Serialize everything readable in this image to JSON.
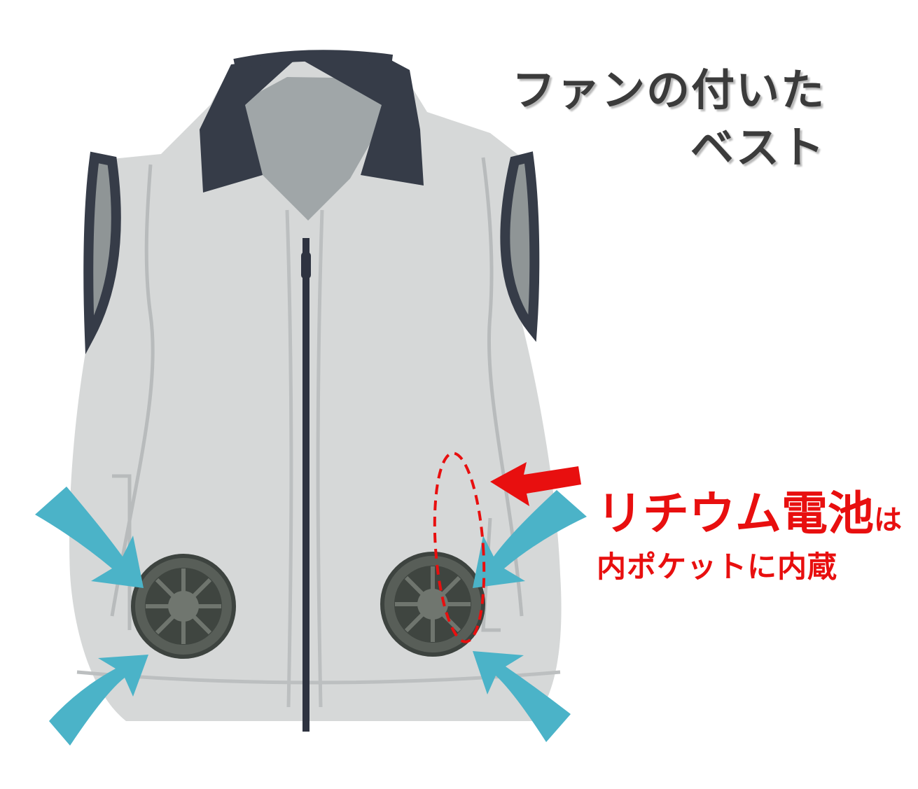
{
  "title": {
    "line1": "ファンの付いた",
    "line2": "ベスト"
  },
  "annotation": {
    "main": "リチウム電池",
    "particle": "は",
    "sub": "内ポケットに内蔵"
  },
  "colors": {
    "vest_body": "#d6d8d8",
    "vest_collar": "#363c48",
    "vest_inner": "#a0a6a8",
    "zipper": "#2e3340",
    "fan_outer": "#585e58",
    "fan_inner": "#70766f",
    "airflow_arrow": "#4bb3c8",
    "callout_red": "#e80f0f",
    "title_text": "#3b3b3b"
  },
  "icons": [
    "vest-illustration",
    "fan-icon",
    "airflow-arrow-icon",
    "pointer-arrow-icon",
    "battery-highlight-ellipse"
  ]
}
